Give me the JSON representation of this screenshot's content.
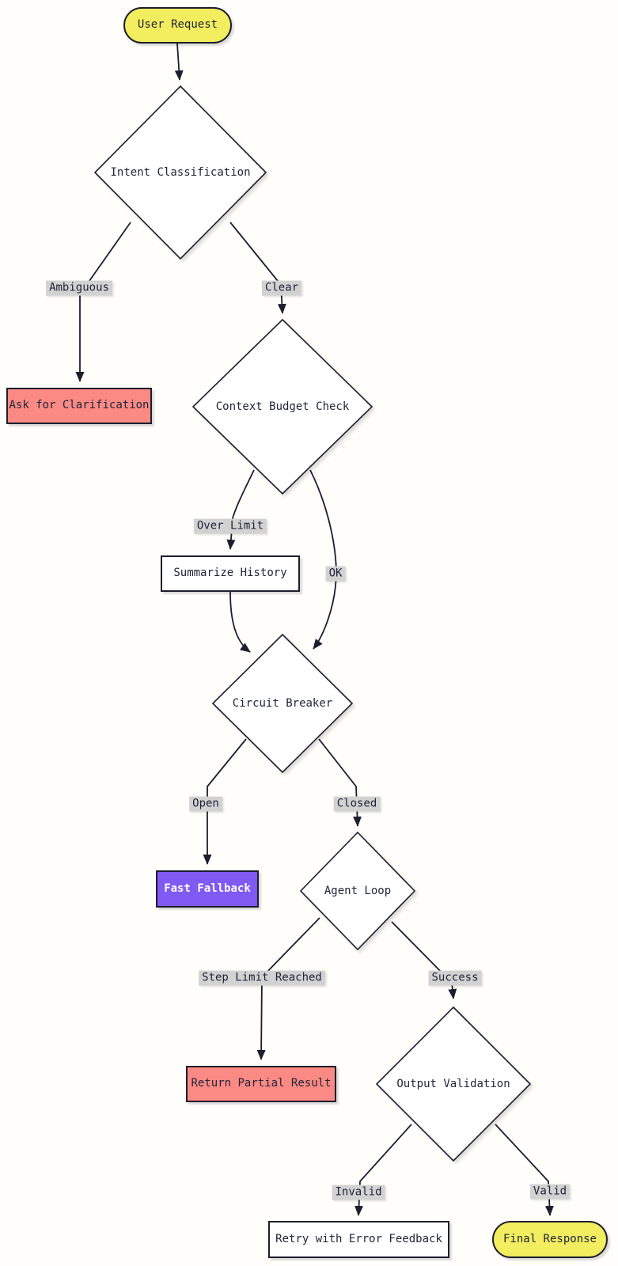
{
  "diagram": {
    "type": "flowchart",
    "direction": "top-down",
    "colors": {
      "canvas_bg": "#fffefb",
      "node_bg": "#ffffff",
      "line": "#1b1e2e",
      "text": "#21243a",
      "yellow": "#f2ee5f",
      "salmon": "#fb8a84",
      "purple": "#8159f3",
      "label_bg": "#d2d2d2"
    },
    "nodes": {
      "user_request": {
        "label": "User Request",
        "shape": "stadium",
        "fill": "#f2ee5f"
      },
      "intent_classification": {
        "label": "Intent Classification",
        "shape": "diamond",
        "fill": "#ffffff"
      },
      "ask_for_clarification": {
        "label": "Ask for Clarification",
        "shape": "rect",
        "fill": "#fb8a84"
      },
      "context_budget_check": {
        "label": "Context Budget Check",
        "shape": "diamond",
        "fill": "#ffffff"
      },
      "summarize_history": {
        "label": "Summarize History",
        "shape": "rect",
        "fill": "#ffffff"
      },
      "circuit_breaker": {
        "label": "Circuit Breaker",
        "shape": "diamond",
        "fill": "#ffffff"
      },
      "fast_fallback": {
        "label": "Fast Fallback",
        "shape": "rect",
        "fill": "#8159f3"
      },
      "agent_loop": {
        "label": "Agent Loop",
        "shape": "diamond",
        "fill": "#ffffff"
      },
      "return_partial_result": {
        "label": "Return Partial Result",
        "shape": "rect",
        "fill": "#fb8a84"
      },
      "output_validation": {
        "label": "Output Validation",
        "shape": "diamond",
        "fill": "#ffffff"
      },
      "retry_with_error_feedback": {
        "label": "Retry with Error Feedback",
        "shape": "rect",
        "fill": "#ffffff"
      },
      "final_response": {
        "label": "Final Response",
        "shape": "stadium",
        "fill": "#f2ee5f"
      }
    },
    "edges": {
      "user_to_intent": {
        "from": "user_request",
        "to": "intent_classification",
        "label": ""
      },
      "ambiguous": {
        "from": "intent_classification",
        "to": "ask_for_clarification",
        "label": "Ambiguous"
      },
      "clear": {
        "from": "intent_classification",
        "to": "context_budget_check",
        "label": "Clear"
      },
      "over_limit": {
        "from": "context_budget_check",
        "to": "summarize_history",
        "label": "Over Limit"
      },
      "ok": {
        "from": "context_budget_check",
        "to": "circuit_breaker",
        "label": "OK"
      },
      "summarize_to_circuit": {
        "from": "summarize_history",
        "to": "circuit_breaker",
        "label": ""
      },
      "open": {
        "from": "circuit_breaker",
        "to": "fast_fallback",
        "label": "Open"
      },
      "closed": {
        "from": "circuit_breaker",
        "to": "agent_loop",
        "label": "Closed"
      },
      "step_limit_reached": {
        "from": "agent_loop",
        "to": "return_partial_result",
        "label": "Step Limit Reached"
      },
      "success": {
        "from": "agent_loop",
        "to": "output_validation",
        "label": "Success"
      },
      "invalid": {
        "from": "output_validation",
        "to": "retry_with_error_feedback",
        "label": "Invalid"
      },
      "valid": {
        "from": "output_validation",
        "to": "final_response",
        "label": "Valid"
      }
    }
  }
}
